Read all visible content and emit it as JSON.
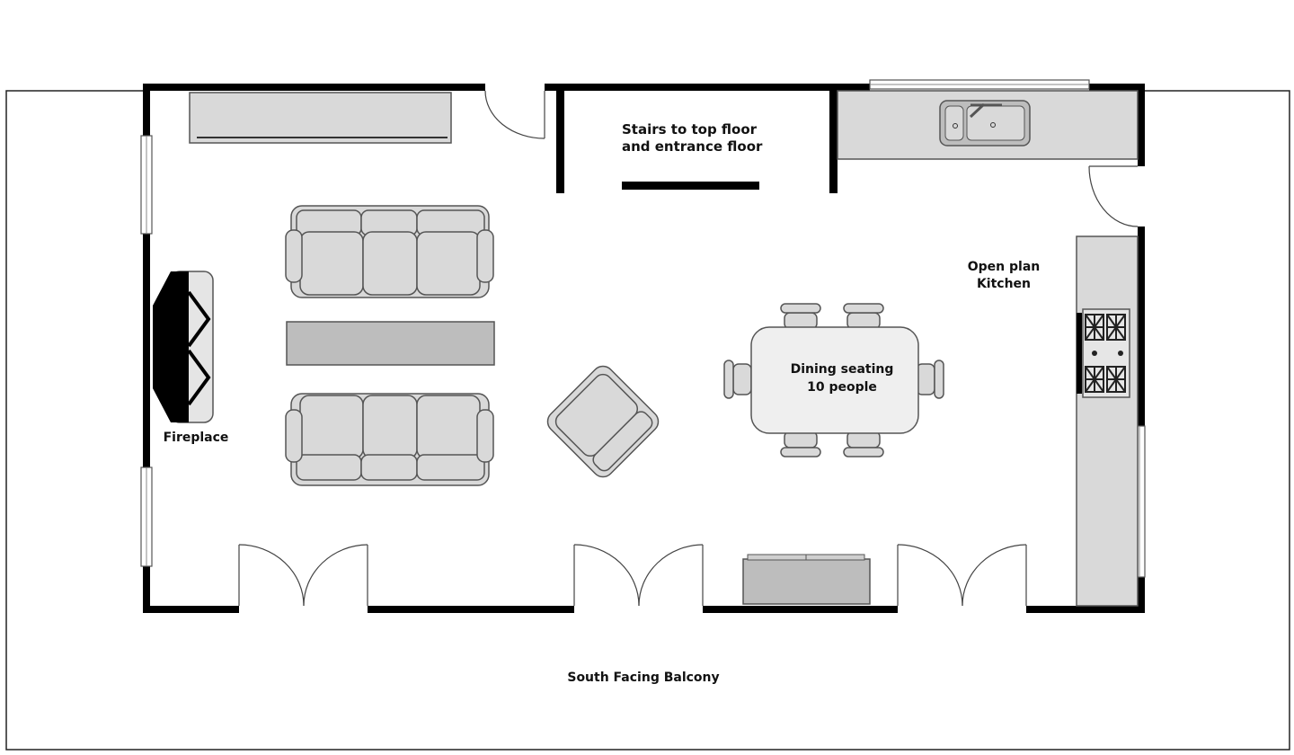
{
  "labels": {
    "stairs_line1": "Stairs to top floor",
    "stairs_line2": "and entrance floor",
    "kitchen_line1": "Open plan",
    "kitchen_line2": "Kitchen",
    "dining_line1": "Dining seating",
    "dining_line2": "10 people",
    "fireplace": "Fireplace",
    "balcony": "South Facing Balcony"
  },
  "colors": {
    "wall": "#000000",
    "furniture": "#d9d9d9",
    "furniture_dark": "#bdbdbd",
    "table": "#efefef",
    "outline": "#555555"
  }
}
